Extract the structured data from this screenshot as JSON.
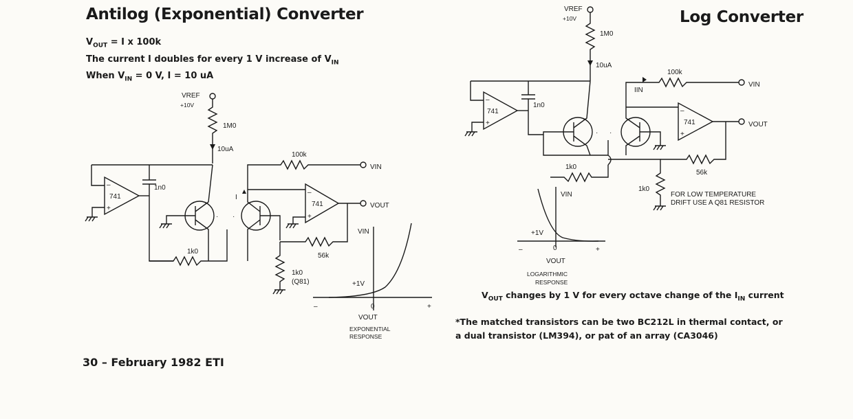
{
  "antilog": {
    "title": "Antilog (Exponential) Converter",
    "eq_vout_prefix": "V",
    "eq_vout_sub": "OUT",
    "eq_vout_rest": " = I x 100k",
    "eq_doubles_text": "The current I doubles for every 1 V increase of V",
    "eq_doubles_sub": "IN",
    "eq_when_prefix": "When V",
    "eq_when_sub": "IN",
    "eq_when_rest": " = 0 V, I = 10 uA",
    "vref": "VREF",
    "plus10v": "+10V",
    "r_1m0": "1M0",
    "i_10ua": "10uA",
    "r_100k": "100k",
    "vin": "VIN",
    "vout": "VOUT",
    "cap_1n0": "1n0",
    "opamp_1": "741",
    "opamp_2": "741",
    "current_i": "I",
    "r_1k0_fb": "1k0",
    "r_56k": "56k",
    "r_1k0_q81": "1k0",
    "q81": "(Q81)",
    "graph_yaxis": "VIN",
    "graph_plus1v": "+1V",
    "graph_minus": "–",
    "graph_zero": "0",
    "graph_plus": "+",
    "graph_xaxis": "VOUT",
    "response_l1": "EXPONENTIAL",
    "response_l2": "RESPONSE"
  },
  "log": {
    "title": "Log Converter",
    "vref": "VREF",
    "plus10v": "+10V",
    "r_1m0": "1M0",
    "i_10ua": "10uA",
    "r_100k": "100k",
    "vin": "VIN",
    "iin": "IIN",
    "vout": "VOUT",
    "cap_1n0": "1n0",
    "opamp_1": "741",
    "opamp_2": "741",
    "r_1k0_a": "1k0",
    "r_56k": "56k",
    "r_1k0_b": "1k0",
    "drift_l1": "FOR LOW TEMPERATURE",
    "drift_l2": "DRIFT USE A Q81 RESISTOR",
    "graph_yaxis": "VIN",
    "graph_plus1v": "+1V",
    "graph_minus": "–",
    "graph_zero": "0",
    "graph_plus": "+",
    "graph_xaxis": "VOUT",
    "response_l1": "LOGARITHMIC",
    "response_l2": "RESPONSE",
    "octave_prefix": "V",
    "octave_sub": "OUT",
    "octave_mid": " changes by 1 V for every octave change of the I",
    "octave_sub2": "IN",
    "octave_end": " current",
    "note_l1": "*The matched transistors  can be two BC212L in thermal contact, or",
    "note_l2": "a dual transistor (LM394), or pat of an array (CA3046)"
  },
  "footer": {
    "page_info": "30  –  February 1982 ETI"
  }
}
